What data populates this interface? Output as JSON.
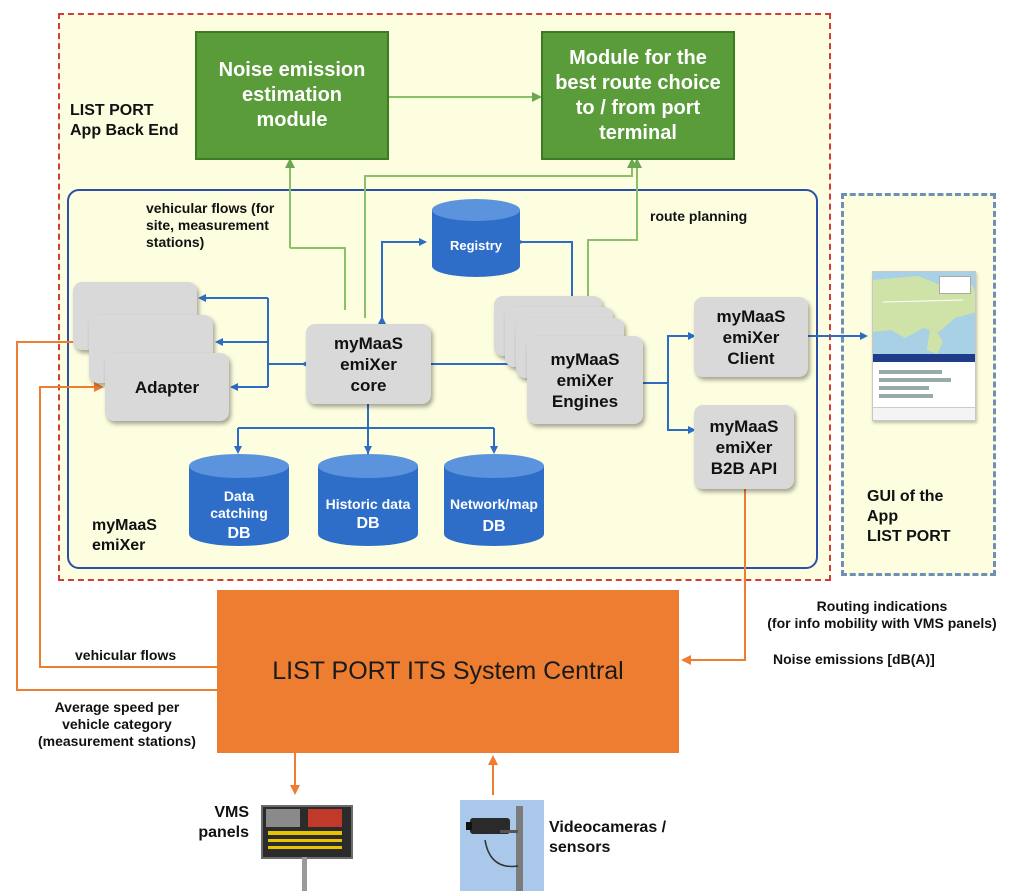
{
  "backend": {
    "title": "LIST PORT\nApp Back End",
    "noise_module": "Noise emission\nestimation\nmodule",
    "route_module": "Module for the\nbest route choice\nto / from port\nterminal"
  },
  "emixer": {
    "label": "myMaaS\nemiXer",
    "adapter": "Adapter",
    "core": "myMaaS\nemiXer\ncore",
    "engines": "myMaaS\nemiXer\nEngines",
    "client": "myMaaS\nemiXer\nClient",
    "b2b": "myMaaS\nemiXer\nB2B API",
    "registry": "Registry",
    "db_cache": {
      "top": "Data\ncatching",
      "bottom": "DB"
    },
    "db_historic": {
      "top": "Historic data",
      "bottom": "DB"
    },
    "db_network": {
      "top": "Network/map",
      "bottom": "DB"
    }
  },
  "annotations": {
    "vehicular_flows_site": "vehicular flows (for\nsite, measurement\nstations)",
    "route_planning": "route planning",
    "vehicular_flows": "vehicular flows",
    "average_speed": "Average speed per\nvehicle category\n(measurement stations)",
    "routing_indications": "Routing indications\n(for info mobility with VMS panels)",
    "noise_emissions": "Noise emissions [dB(A)]"
  },
  "central": "LIST PORT ITS System Central",
  "gui": "GUI of the\nApp\nLIST PORT",
  "vms": "VMS\npanels",
  "cameras": "Videocameras /\nsensors",
  "colors": {
    "green": "#5a9b3a",
    "orange": "#ed7d31",
    "blue": "#2d4fa6",
    "yellow": "#fdfde0",
    "red": "#d23b3b"
  }
}
